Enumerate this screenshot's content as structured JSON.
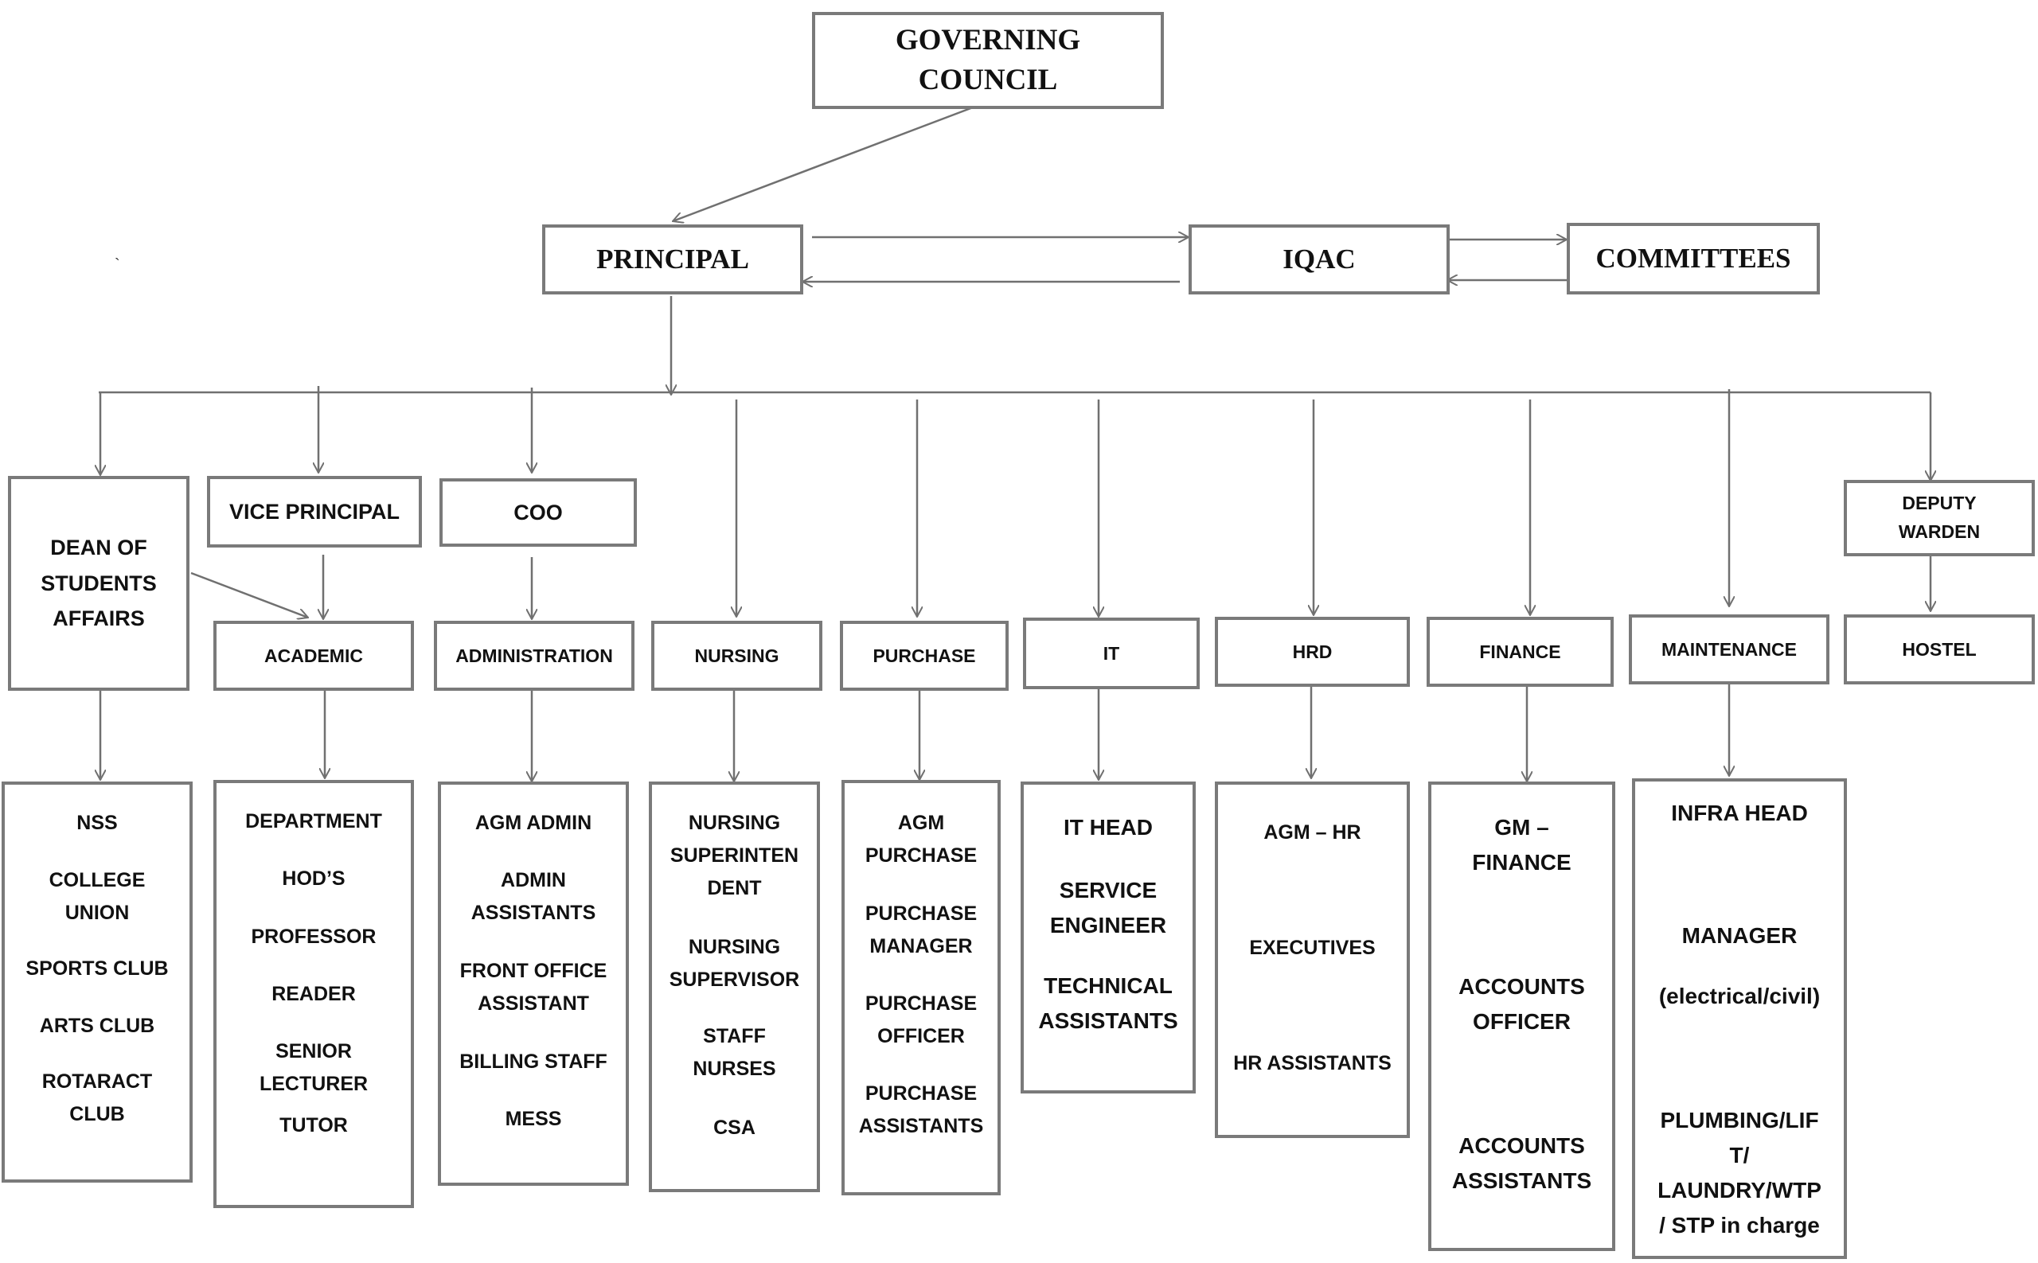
{
  "top": {
    "governing_council": "GOVERNING\nCOUNCIL",
    "principal": "PRINCIPAL",
    "iqac": "IQAC",
    "committees": "COMMITTEES"
  },
  "heads": {
    "dean": "DEAN OF\nSTUDENTS\nAFFAIRS",
    "vice_principal": "VICE PRINCIPAL",
    "coo": "COO",
    "deputy_warden": "DEPUTY\nWARDEN"
  },
  "departments": {
    "academic": "ACADEMIC",
    "administration": "ADMINISTRATION",
    "nursing": "NURSING",
    "purchase": "PURCHASE",
    "it": "IT",
    "hrd": "HRD",
    "finance": "FINANCE",
    "maintenance": "MAINTENANCE",
    "hostel": "HOSTEL"
  },
  "lists": {
    "dean": [
      "NSS",
      "COLLEGE\nUNION",
      "SPORTS CLUB",
      "ARTS CLUB",
      "ROTARACT\nCLUB"
    ],
    "academic": [
      "DEPARTMENT",
      "HOD’S",
      "PROFESSOR",
      "READER",
      "SENIOR\nLECTURER",
      "TUTOR"
    ],
    "administration": [
      "AGM ADMIN",
      "ADMIN\nASSISTANTS",
      "FRONT OFFICE\nASSISTANT",
      "BILLING STAFF",
      "MESS"
    ],
    "nursing": [
      "NURSING\nSUPERINTEN\nDENT",
      "NURSING\nSUPERVISOR",
      "STAFF\nNURSES",
      "CSA"
    ],
    "purchase": [
      "AGM\nPURCHASE",
      "PURCHASE\nMANAGER",
      "PURCHASE\nOFFICER",
      "PURCHASE\nASSISTANTS"
    ],
    "it": [
      "IT HEAD",
      "SERVICE\nENGINEER",
      "TECHNICAL\nASSISTANTS"
    ],
    "hrd": [
      "AGM – HR",
      "EXECUTIVES",
      "HR ASSISTANTS"
    ],
    "finance": [
      "GM –\nFINANCE",
      "ACCOUNTS\nOFFICER",
      "ACCOUNTS\nASSISTANTS"
    ],
    "maintenance": [
      "INFRA HEAD",
      "MANAGER",
      "(electrical/civil)",
      "PLUMBING/LIF\nT/\nLAUNDRY/WTP\n/ STP in charge"
    ]
  },
  "stray_mark": "`"
}
